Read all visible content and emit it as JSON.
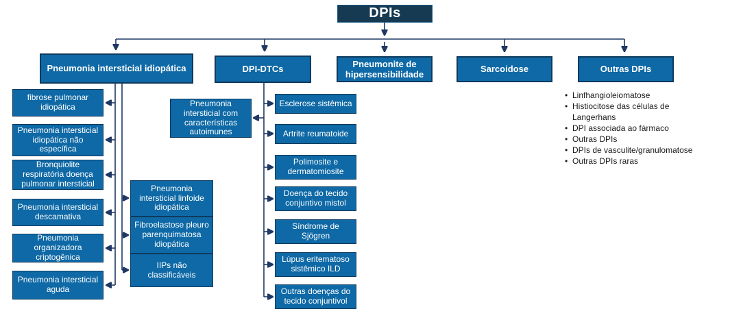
{
  "colors": {
    "node_fill": "#0e69a6",
    "node_border": "#0f3a5d",
    "root_fill": "#153a52",
    "root_border": "#1e5a85",
    "line": "#1f3864",
    "text_light": "#ffffff",
    "text_dark": "#1a1a1a"
  },
  "root": {
    "label": "DPIs"
  },
  "level2": [
    {
      "label": "Pneumonia intersticial idiopática"
    },
    {
      "label": "DPI-DTCs"
    },
    {
      "label": "Pneumonite de hipersensibilidade"
    },
    {
      "label": "Sarcoidose"
    },
    {
      "label": "Outras DPIs"
    }
  ],
  "pii_children": [
    "fibrose pulmonar idiopática",
    "Pneumonia intersticial idiopática não específica",
    "Bronquiolite respiratória doença pulmonar intersticial",
    "Pneumonia intersticial descamativa",
    "Pneumonia organizadora criptogênica",
    "Pneumonia intersticial aguda"
  ],
  "pii_subchildren": [
    "Pneumonia intersticial linfoide idiopática",
    "Fibroelastose pleuro parenquimatosa idiopática",
    "IIPs não classificáveis"
  ],
  "dtc": {
    "autoimmune": "Pneumonia intersticial com características autoimunes",
    "children": [
      "Esclerose sistêmica",
      "Artrite reumatoide",
      "Polimosite e dermatomiosite",
      "Doença do tecido conjuntivo mistol",
      "Síndrome de Sjögren",
      "Lúpus eritematoso sistêmico ILD",
      "Outras doenças do tecido conjuntivol"
    ]
  },
  "outras_dpis": {
    "items": [
      "Linfhangioleiomatose",
      "Histiocitose das células de Langerhans",
      "DPI associada ao fármaco",
      "Outras DPIs",
      "DPIs de vasculite/granulomatose",
      "Outras DPIs raras"
    ]
  }
}
